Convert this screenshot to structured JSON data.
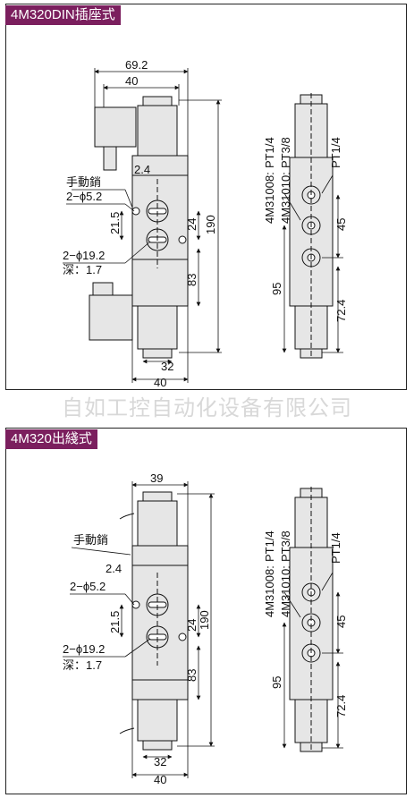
{
  "sections": [
    {
      "title": "4M320DIN插座式",
      "dims": {
        "overall_width": "69.2",
        "body_width": "40",
        "offset": "2.4",
        "port_spacing": "24",
        "total_height": "190",
        "pitch": "21.5",
        "body_height": "83",
        "base_width": "32",
        "bottom_width": "40",
        "right_spacing": "45",
        "right_lower": "72.4",
        "right_left": "95"
      },
      "labels": {
        "manual_pin": "手動銷",
        "hole_small": "2−ϕ5.2",
        "hole_large": "2−ϕ19.2",
        "depth": "深：1.7",
        "model_a": "4M31008:",
        "port_a": "PT1/4",
        "model_b": "4M31010:",
        "port_b": "PT3/8",
        "port_top": "PT1/4"
      }
    },
    {
      "title": "4M320出綫式",
      "dims": {
        "body_width": "39",
        "offset": "2.4",
        "port_spacing": "24",
        "total_height": "190",
        "pitch": "21.5",
        "body_height": "83",
        "base_width": "32",
        "bottom_width": "40",
        "right_spacing": "45",
        "right_lower": "72.4",
        "right_left": "95"
      },
      "labels": {
        "manual_pin": "手動銷",
        "hole_small": "2−ϕ5.2",
        "hole_large": "2−ϕ19.2",
        "depth": "深：1.7",
        "model_a": "4M31008:",
        "port_a": "PT1/4",
        "model_b": "4M31010:",
        "port_b": "PT3/8",
        "port_top": "PT1/4"
      }
    }
  ],
  "watermark": "自如工控自动化设备有限公司",
  "colors": {
    "tag_bg": "#7b1f5e",
    "body_fill": "#e6e6e6",
    "line": "#111111"
  }
}
